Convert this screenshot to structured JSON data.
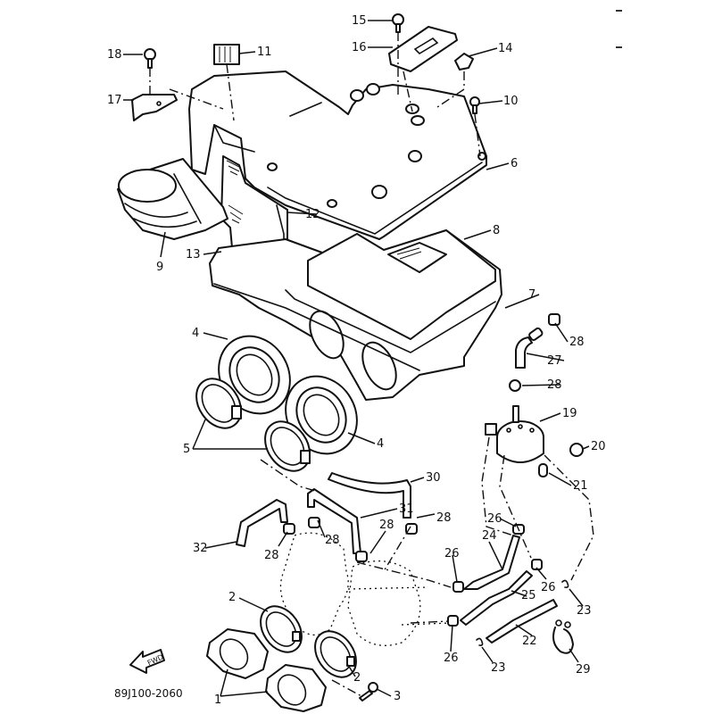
{
  "diagram": {
    "title": "Intake / Air Filter Assembly Exploded View",
    "catalog_code": "89J100-2060",
    "fwd_arrow_label": "FWD",
    "callouts": [
      {
        "id": "c18",
        "text": "18",
        "part": "bolt"
      },
      {
        "id": "c11",
        "text": "11",
        "part": "clamp-clip"
      },
      {
        "id": "c17",
        "text": "17",
        "part": "bracket"
      },
      {
        "id": "c15",
        "text": "15",
        "part": "bolt"
      },
      {
        "id": "c16",
        "text": "16",
        "part": "stay-plate"
      },
      {
        "id": "c14",
        "text": "14",
        "part": "nut-clip"
      },
      {
        "id": "c10",
        "text": "10",
        "part": "screw"
      },
      {
        "id": "c6",
        "text": "6",
        "part": "air-filter-case-cap"
      },
      {
        "id": "c12",
        "text": "12",
        "part": "seal"
      },
      {
        "id": "c8",
        "text": "8",
        "part": "element"
      },
      {
        "id": "c13",
        "text": "13",
        "part": "duct-panel"
      },
      {
        "id": "c9",
        "text": "9",
        "part": "air-duct"
      },
      {
        "id": "c7",
        "text": "7",
        "part": "air-filter-case"
      },
      {
        "id": "c28a",
        "text": "28",
        "part": "clip"
      },
      {
        "id": "c27",
        "text": "27",
        "part": "hose"
      },
      {
        "id": "c28b",
        "text": "28",
        "part": "clip"
      },
      {
        "id": "c4a",
        "text": "4",
        "part": "joint"
      },
      {
        "id": "c4b",
        "text": "4",
        "part": "joint"
      },
      {
        "id": "c5",
        "text": "5",
        "part": "band-clamps"
      },
      {
        "id": "c19",
        "text": "19",
        "part": "fuel-pump"
      },
      {
        "id": "c20",
        "text": "20",
        "part": "nut"
      },
      {
        "id": "c21",
        "text": "21",
        "part": "collar"
      },
      {
        "id": "c30",
        "text": "30",
        "part": "hose"
      },
      {
        "id": "c31",
        "text": "31",
        "part": "hose"
      },
      {
        "id": "c28c",
        "text": "28",
        "part": "clip"
      },
      {
        "id": "c26a",
        "text": "26",
        "part": "clip"
      },
      {
        "id": "c32",
        "text": "32",
        "part": "hose"
      },
      {
        "id": "c28d",
        "text": "28",
        "part": "clip"
      },
      {
        "id": "c28e",
        "text": "28",
        "part": "clip"
      },
      {
        "id": "c28f",
        "text": "28",
        "part": "clip"
      },
      {
        "id": "c24",
        "text": "24",
        "part": "fuel-hose"
      },
      {
        "id": "c26b",
        "text": "26",
        "part": "clip"
      },
      {
        "id": "c26c",
        "text": "26",
        "part": "clip"
      },
      {
        "id": "c25",
        "text": "25",
        "part": "fuel-hose"
      },
      {
        "id": "c23a",
        "text": "23",
        "part": "clip"
      },
      {
        "id": "c22",
        "text": "22",
        "part": "fuel-hose"
      },
      {
        "id": "c26d",
        "text": "26",
        "part": "clip"
      },
      {
        "id": "c23b",
        "text": "23",
        "part": "clip"
      },
      {
        "id": "c29",
        "text": "29",
        "part": "hose-holder"
      },
      {
        "id": "c2a",
        "text": "2",
        "part": "band"
      },
      {
        "id": "c2b",
        "text": "2",
        "part": "band"
      },
      {
        "id": "c1",
        "text": "1",
        "part": "carburetor-joints"
      },
      {
        "id": "c3",
        "text": "3",
        "part": "screw"
      }
    ]
  }
}
